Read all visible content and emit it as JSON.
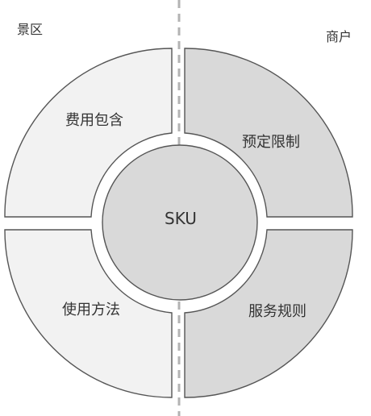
{
  "left_side_label": "景区",
  "right_side_label": "商户",
  "center": {
    "label": "SKU"
  },
  "quadrants": [
    {
      "id": "top-left",
      "label": "费用包含",
      "side": "景区"
    },
    {
      "id": "top-right",
      "label": "预定限制",
      "side": "商户"
    },
    {
      "id": "bottom-left",
      "label": "使用方法",
      "side": "景区"
    },
    {
      "id": "bottom-right",
      "label": "服务规则",
      "side": "商户"
    }
  ],
  "colors": {
    "left_fill": "#f2f2f2",
    "right_fill": "#d9d9d9",
    "center_fill": "#d9d9d9",
    "stroke": "#555555",
    "divider": "#b3b3b3"
  }
}
